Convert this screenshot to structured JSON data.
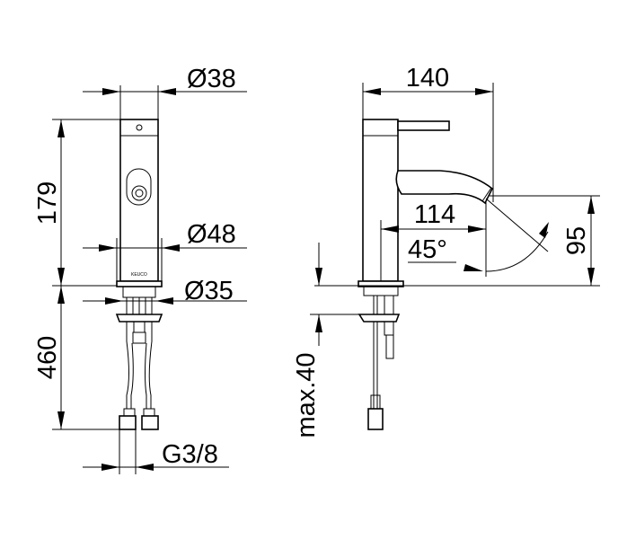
{
  "dimensions": {
    "top_diameter": "Ø38",
    "height": "179",
    "base_diameter": "Ø48",
    "stem_diameter": "Ø35",
    "hose_length": "460",
    "thread": "G3/8",
    "depth": "140",
    "spout_reach": "114",
    "spout_angle": "45°",
    "spout_height": "95",
    "max_thickness": "max.40"
  },
  "logo_text": "KEUCO"
}
